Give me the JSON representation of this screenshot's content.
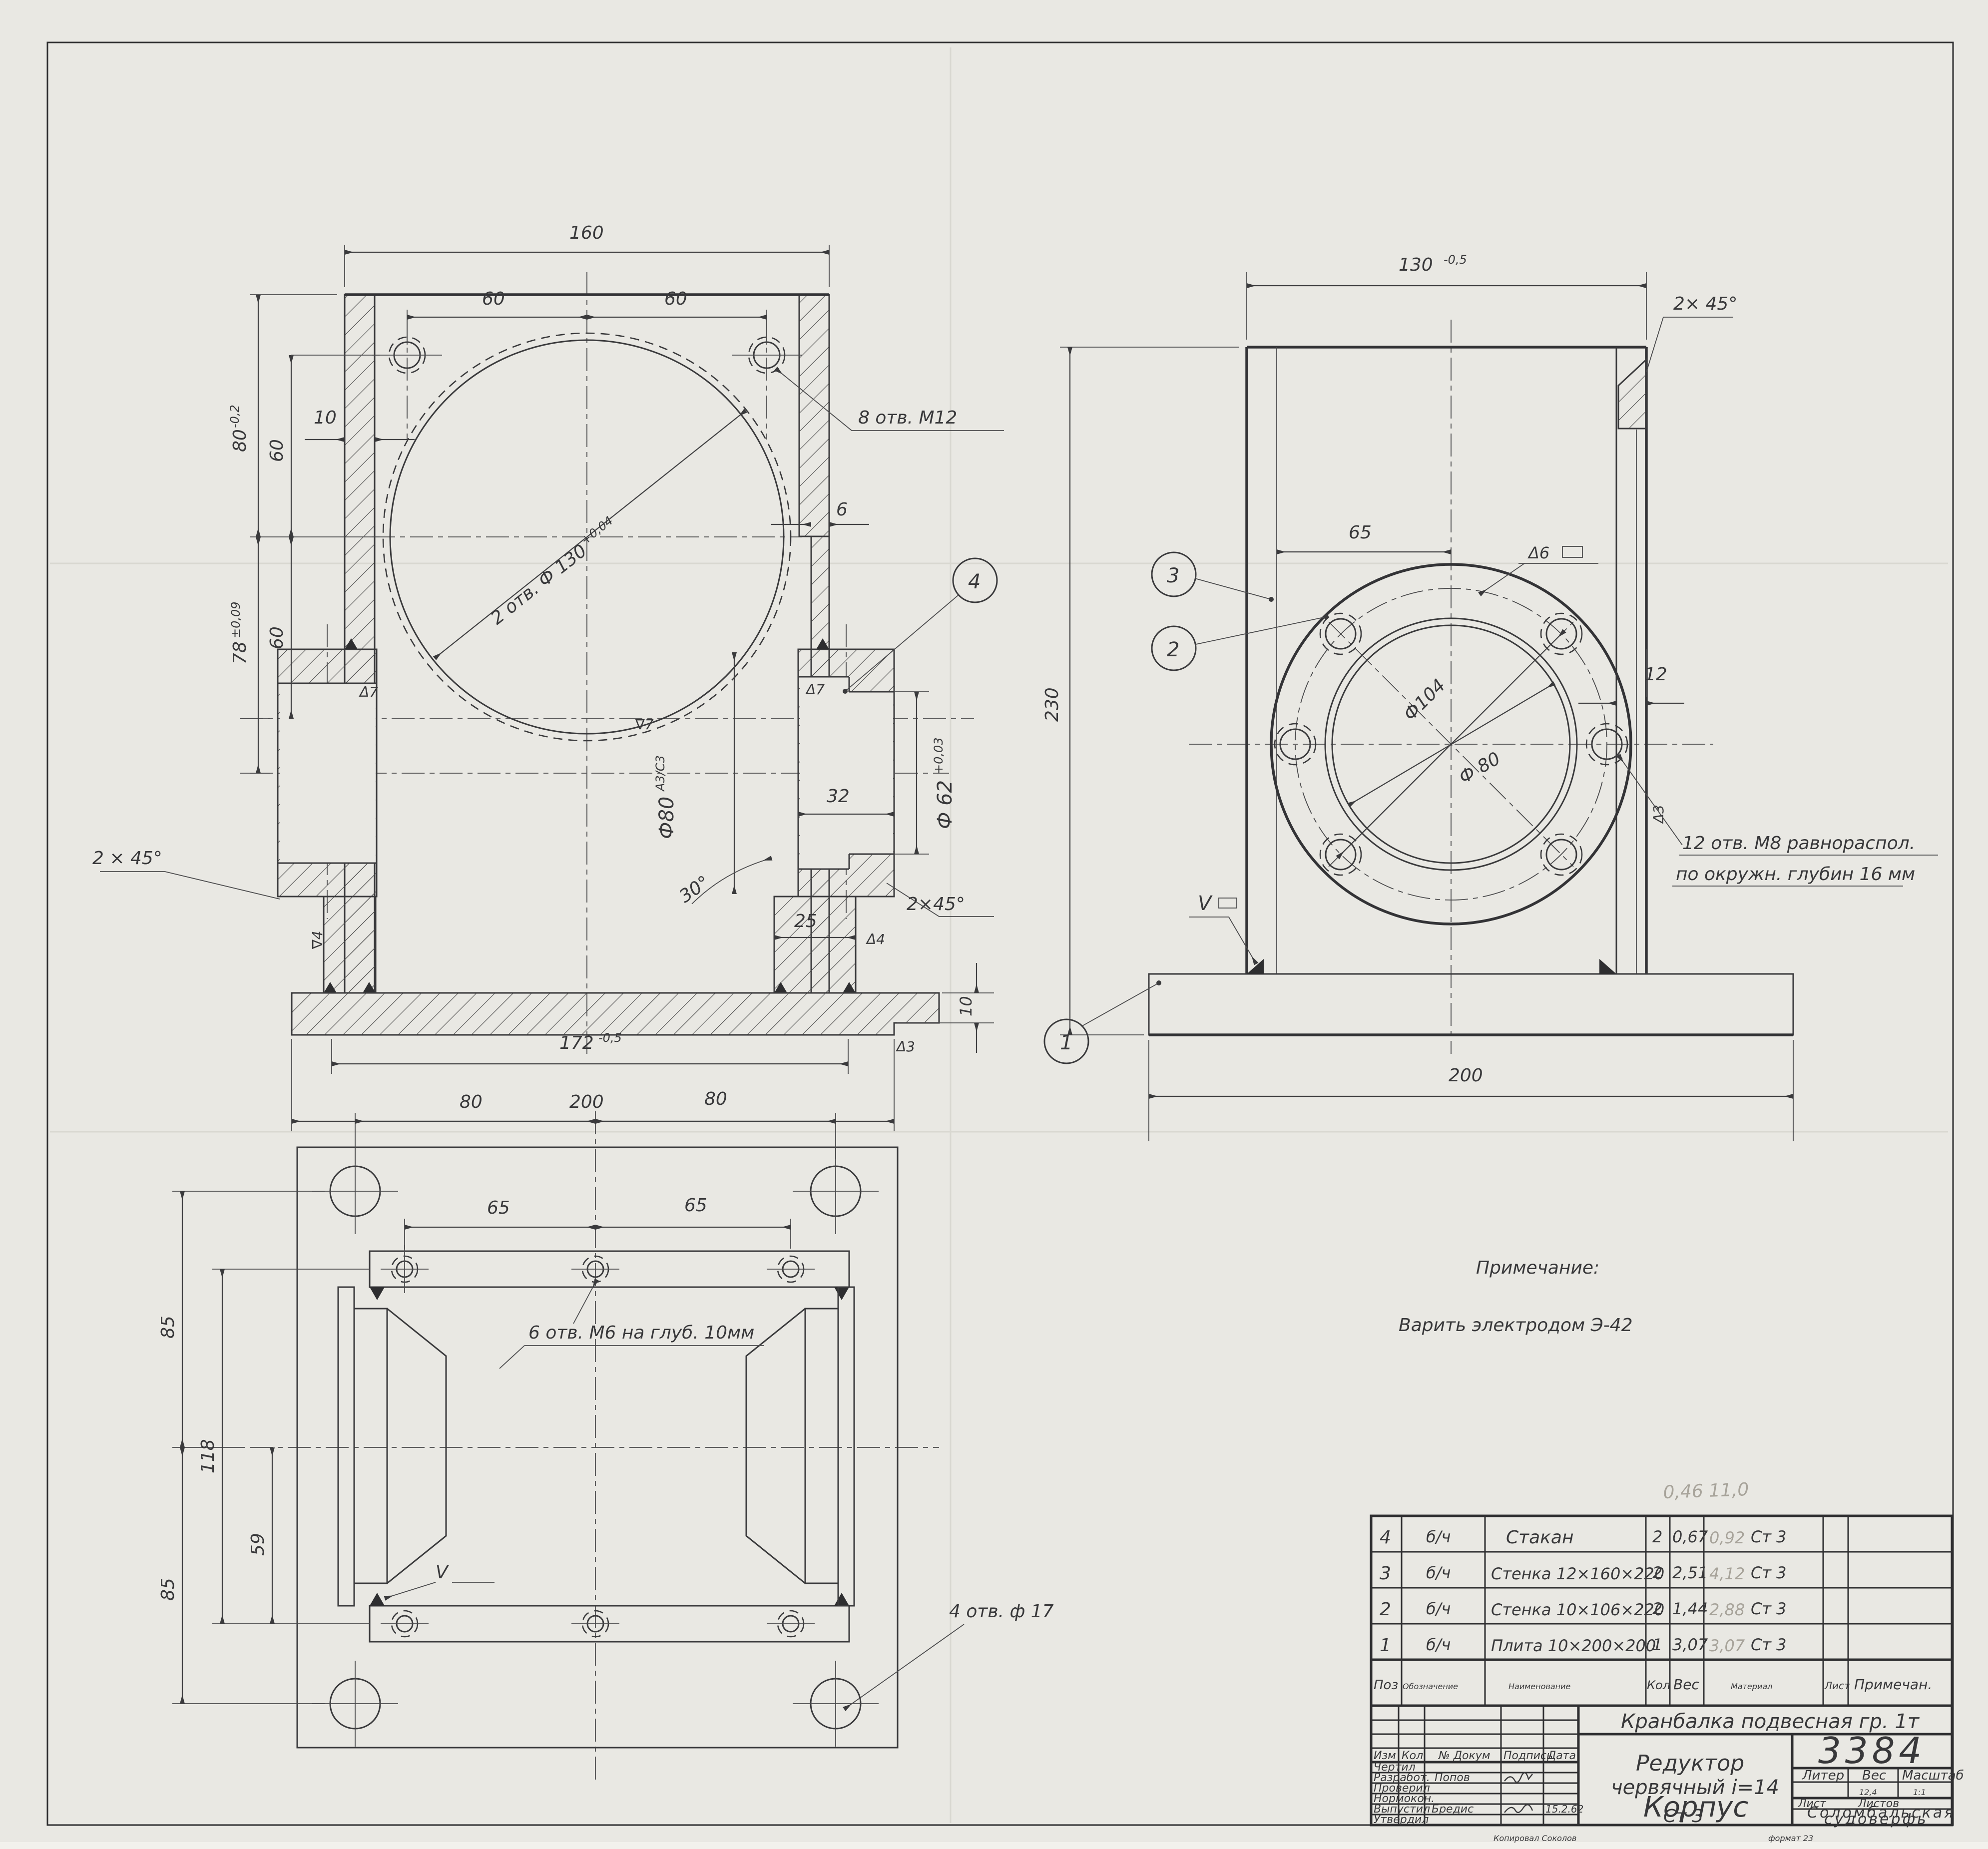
{
  "sheet": {
    "type": "engineering-drawing",
    "language": "ru"
  },
  "section_view": {
    "dim_160": "160",
    "dim_60a": "60",
    "dim_60b": "60",
    "dim_80v": "80",
    "dim_80v_tol": "-0,2",
    "dim_60v1": "60",
    "dim_78": "78",
    "dim_78_tol": "±0,09",
    "dim_60v2": "60",
    "dim_10_wall": "10",
    "dim_6_wall": "6",
    "bore_note": "2 отв. Ф 130",
    "bore_note_tol": "+0,04",
    "holes_note": "8 отв. М12",
    "dia_80": "Ф80",
    "dia_80_fin": "А3/С3",
    "dia_62": "Ф 62",
    "dia_62_tol": "+0,03",
    "dim_32": "32",
    "dim_25": "25",
    "angle_30": "30°",
    "chamfer_left": "2 × 45°",
    "chamfer_right": "2×45°",
    "dim_172": "172",
    "dim_172_tol": "-0,5",
    "dim_200": "200",
    "dim_10_plate": "10",
    "mark_t7a": "Δ7",
    "mark_t7b": "Δ7",
    "mark_n7": "∇7",
    "mark_n4": "∇4",
    "mark_t4": "Δ4",
    "mark_t3": "Δ3",
    "balloon_4": "4"
  },
  "side_view": {
    "dim_130": "130",
    "dim_130_tol": "-0,5",
    "dim_65": "65",
    "dim_12": "12",
    "dim_230": "230",
    "dim_200": "200",
    "dia_104": "Ф104",
    "dia_80": "Ф 80",
    "chamfer": "2× 45°",
    "mark_d6": "Δ6",
    "mark_d3": "Δ3",
    "weld_mark": "V",
    "holes_note_1": "12 отв. М8 равнораспол.",
    "holes_note_2": "по окружн. глубин 16 мм",
    "balloon_1": "1",
    "balloon_2": "2",
    "balloon_3": "3"
  },
  "plan_view": {
    "dim_80a": "80",
    "dim_80b": "80",
    "dim_65a": "65",
    "dim_65b": "65",
    "dim_85a": "85",
    "dim_118": "118",
    "dim_59": "59",
    "dim_85b": "85",
    "holes_m6_note": "6 отв. М6 на глуб. 10мм",
    "holes_17_note": "4 отв. ф 17",
    "weld_mark": "V"
  },
  "note": {
    "title": "Примечание:",
    "body": "Варить электродом Э-42"
  },
  "pencil_marks": {
    "above_table": "0,46   11,0",
    "weights": [
      "0,92",
      "4,12",
      "2,88",
      "3,07"
    ]
  },
  "parts_table": {
    "headers": {
      "pos": "Поз",
      "designation": "Обозначение",
      "name": "Наименование",
      "qty": "Кол",
      "weight": "Вес",
      "material": "Материал",
      "sheet": "Лист",
      "note": "Примечан."
    },
    "rows": [
      {
        "pos": "4",
        "designation": "б/ч",
        "name": "Стакан",
        "qty": "2",
        "weight": "0,67",
        "material": "Ст 3"
      },
      {
        "pos": "3",
        "designation": "б/ч",
        "name": "Стенка 12×160×220",
        "qty": "2",
        "weight": "2,51",
        "material": "Ст 3"
      },
      {
        "pos": "2",
        "designation": "б/ч",
        "name": "Стенка 10×106×220",
        "qty": "2",
        "weight": "1,44",
        "material": "Ст 3"
      },
      {
        "pos": "1",
        "designation": "б/ч",
        "name": "Плита 10×200×200",
        "qty": "1",
        "weight": "3,07",
        "material": "Ст 3"
      }
    ]
  },
  "title_block": {
    "project": "Кранбалка подвесная гр. 1т",
    "assembly_line1": "Редуктор",
    "assembly_line2": "червячный i=14",
    "part_name": "Корпус",
    "material": "Ст 3",
    "drawing_number": "3384",
    "liter_label": "Литер",
    "weight_label": "Вес",
    "scale_label": "Масштаб",
    "weight_value": "12,4",
    "scale_value": "1:1",
    "sheet_label": "Лист",
    "sheets_label": "Листов",
    "company_line1": "Соломбальская",
    "company_line2": "судоверфь",
    "rev_headers": {
      "izm": "Изм",
      "kol": "Кол",
      "doc": "№ Докум",
      "sign": "Подпись",
      "date": "Дата"
    },
    "sig_rows": [
      {
        "label": "Чертил",
        "name": "",
        "date": ""
      },
      {
        "label": "Разработ.",
        "name": "Попов",
        "date": ""
      },
      {
        "label": "Проверил",
        "name": "",
        "date": ""
      },
      {
        "label": "Нормокон.",
        "name": "",
        "date": ""
      },
      {
        "label": "Выпустил",
        "name": "Бредис",
        "date": "15.2.62"
      },
      {
        "label": "Утвердил",
        "name": "",
        "date": ""
      }
    ],
    "copied_by": "Копировал Соколов",
    "format_note": "формат 23"
  }
}
